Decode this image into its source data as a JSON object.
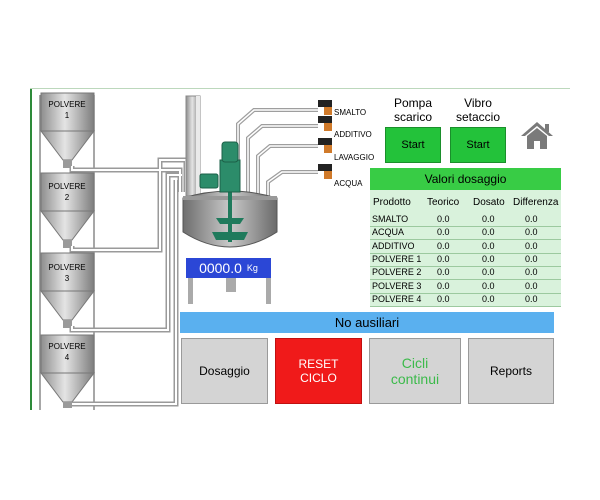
{
  "silos": [
    {
      "label": "POLVERE",
      "number": "1"
    },
    {
      "label": "POLVERE",
      "number": "2"
    },
    {
      "label": "POLVERE",
      "number": "3"
    },
    {
      "label": "POLVERE",
      "number": "4"
    }
  ],
  "valves": [
    "SMALTO",
    "ADDITIVO",
    "LAVAGGIO",
    "ACQUA"
  ],
  "header": {
    "pompa_line1": "Pompa",
    "pompa_line2": "scarico",
    "vibro_line1": "Vibro",
    "vibro_line2": "setaccio",
    "start1": "Start",
    "start2": "Start"
  },
  "scale": {
    "value": "0000.0",
    "unit": "Kg"
  },
  "dosaggio": {
    "title": "Valori dosaggio",
    "columns": [
      "Prodotto",
      "Teorico",
      "Dosato",
      "Differenza"
    ],
    "rows": [
      [
        "SMALTO",
        "0.0",
        "0.0",
        "0.0"
      ],
      [
        "ACQUA",
        "0.0",
        "0.0",
        "0.0"
      ],
      [
        "ADDITIVO",
        "0.0",
        "0.0",
        "0.0"
      ],
      [
        "POLVERE 1",
        "0.0",
        "0.0",
        "0.0"
      ],
      [
        "POLVERE 2",
        "0.0",
        "0.0",
        "0.0"
      ],
      [
        "POLVERE 3",
        "0.0",
        "0.0",
        "0.0"
      ],
      [
        "POLVERE 4",
        "0.0",
        "0.0",
        "0.0"
      ]
    ]
  },
  "status": "No ausiliari",
  "buttons": {
    "dosaggio": "Dosaggio",
    "reset_line1": "RESET",
    "reset_line2": "CICLO",
    "cicli_line1": "Cicli",
    "cicli_line2": "continui",
    "reports": "Reports"
  },
  "colors": {
    "accent_green": "#23c23a",
    "reset_red": "#f01a1a",
    "scale_blue": "#2b47d6",
    "status_blue": "#5ab0ef"
  },
  "icons": {
    "home": "home-icon"
  }
}
